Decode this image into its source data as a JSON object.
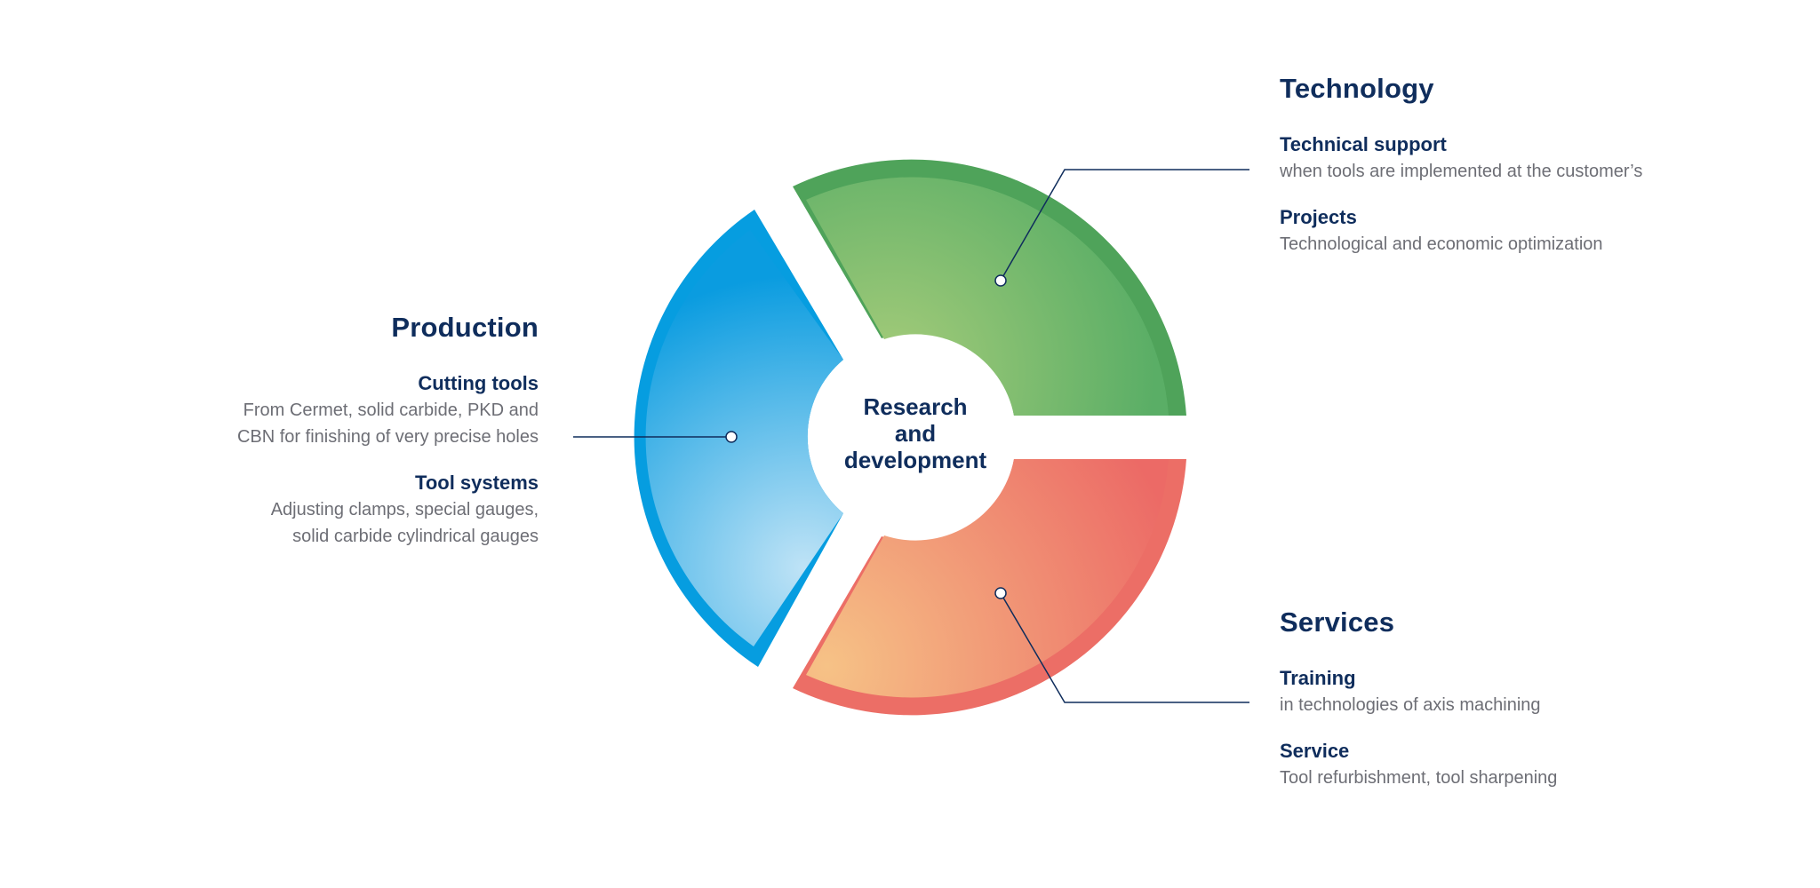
{
  "center": {
    "line1": "Research",
    "line2": "and",
    "line3": "development"
  },
  "sections": {
    "technology": {
      "title": "Technology",
      "items": [
        {
          "title": "Technical support",
          "desc": "when tools are implemented at the customer’s"
        },
        {
          "title": "Projects",
          "desc": "Technological and economic optimization"
        }
      ]
    },
    "production": {
      "title": "Production",
      "items": [
        {
          "title": "Cutting tools",
          "desc_line1": "From Cermet, solid carbide, PKD and",
          "desc_line2": "CBN for finishing of very precise holes"
        },
        {
          "title": "Tool systems",
          "desc_line1": "Adjusting clamps, special gauges,",
          "desc_line2": "solid carbide cylindrical gauges"
        }
      ]
    },
    "services": {
      "title": "Services",
      "items": [
        {
          "title": "Training",
          "desc": "in technologies of axis machining"
        },
        {
          "title": "Service",
          "desc": "Tool refurbishment, tool sharpening"
        }
      ]
    }
  },
  "colors": {
    "title": "#0f2d5c",
    "text": "#6d6e75",
    "technology": "#4fa35a",
    "production": "#069de0",
    "services": "#ec6e66"
  }
}
